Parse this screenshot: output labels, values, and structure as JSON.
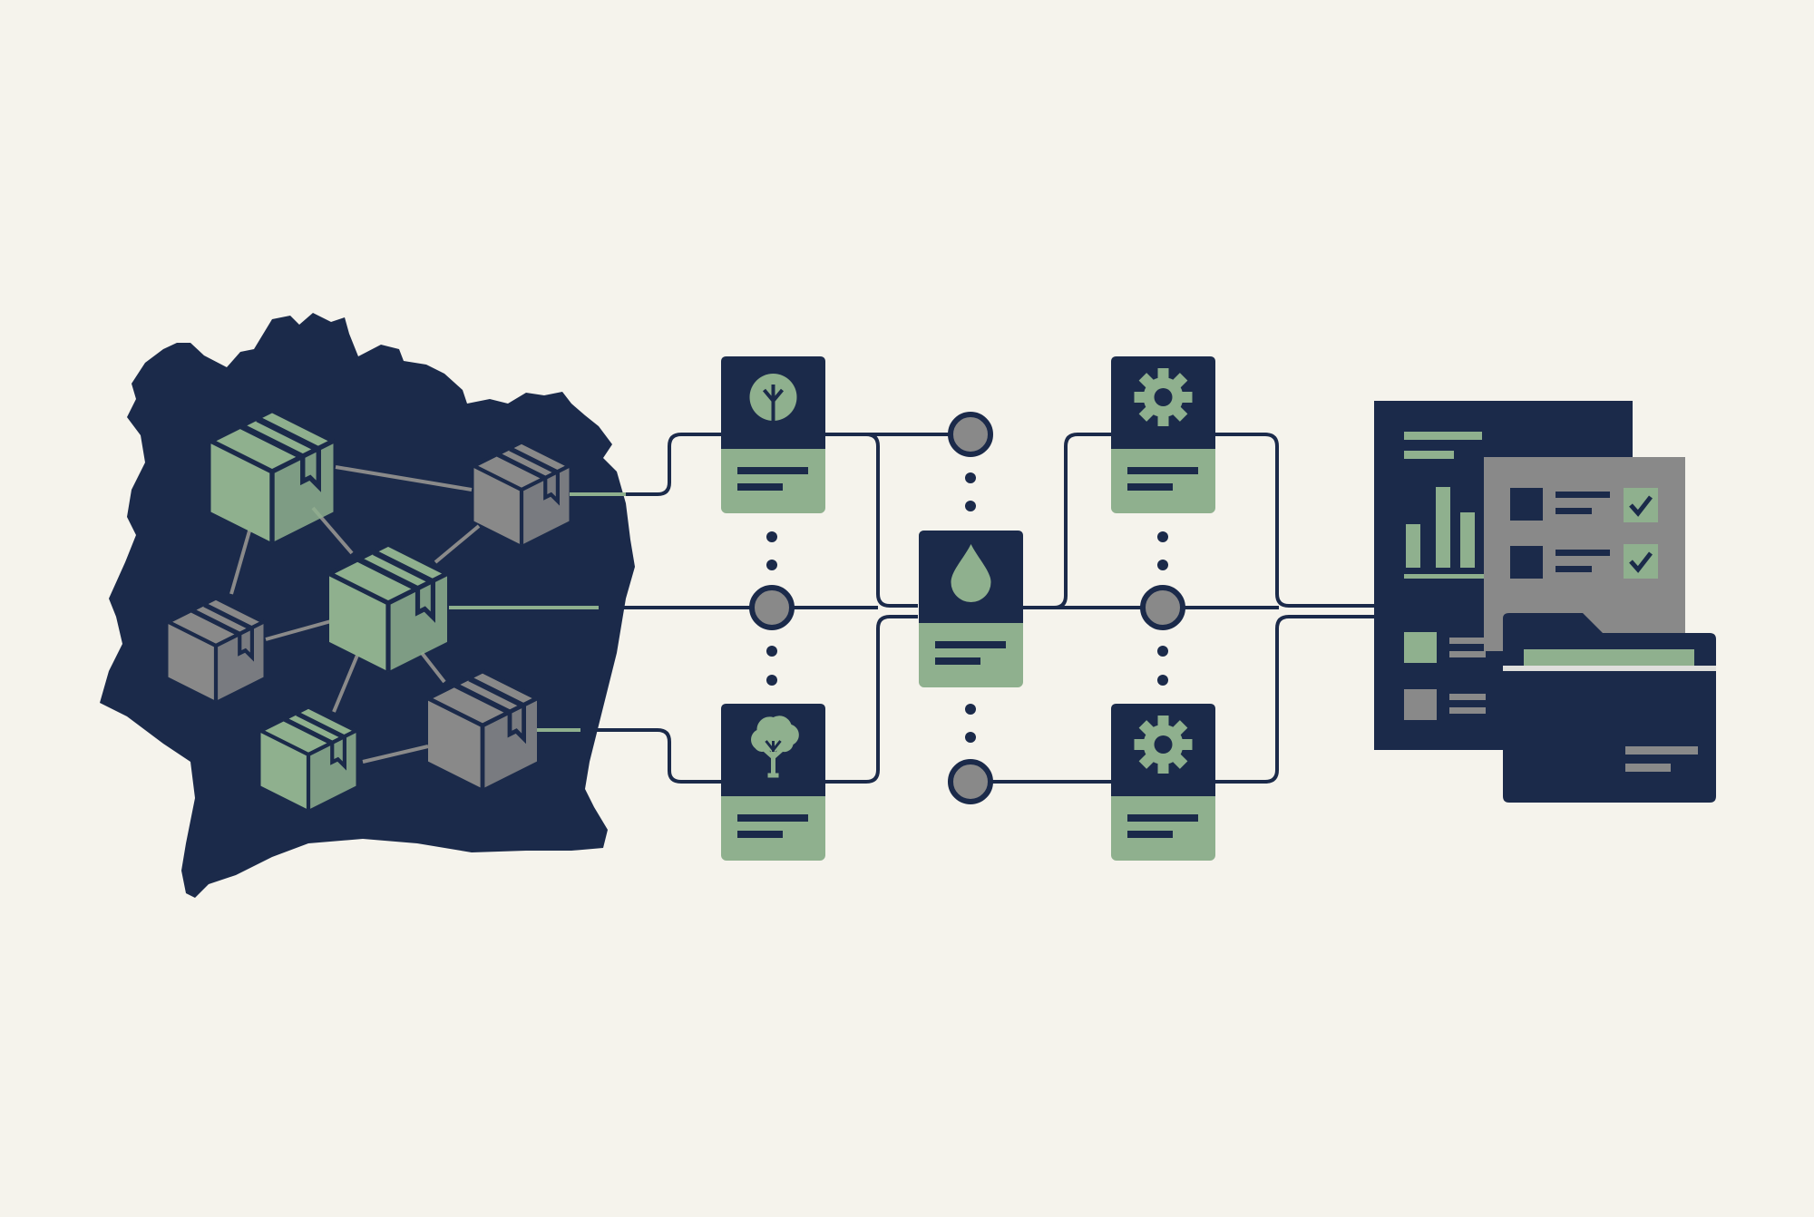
{
  "colors": {
    "background": "#f5f3ec",
    "navy": "#1b2a4a",
    "green": "#8fb08e",
    "gray": "#898989",
    "line": "#1b2a4a"
  },
  "map": {
    "region_icon": "cote-d-ivoire-map-silhouette",
    "parcels": [
      {
        "icon": "cardboard-box-icon",
        "color": "green"
      },
      {
        "icon": "cardboard-box-icon",
        "color": "gray"
      },
      {
        "icon": "cardboard-box-icon",
        "color": "green"
      },
      {
        "icon": "cardboard-box-icon",
        "color": "gray"
      },
      {
        "icon": "cardboard-box-icon",
        "color": "green"
      },
      {
        "icon": "cardboard-box-icon",
        "color": "gray"
      }
    ]
  },
  "pipeline": {
    "cards": [
      {
        "icon": "sapling-icon"
      },
      {
        "icon": "tree-icon"
      },
      {
        "icon": "water-drop-icon"
      },
      {
        "icon": "gear-icon"
      },
      {
        "icon": "gear-icon"
      }
    ],
    "nodes": 4
  },
  "output": {
    "report_icon": "bar-chart-report-icon",
    "checklist_icon": "checklist-icon",
    "folder_icon": "folder-icon",
    "checklist_items": 2
  }
}
